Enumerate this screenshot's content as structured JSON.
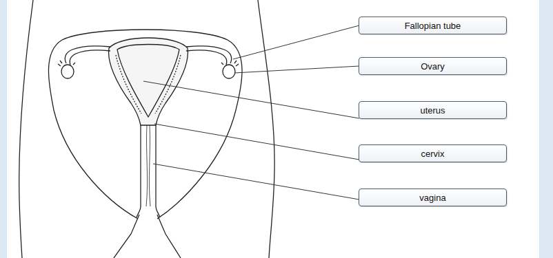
{
  "diagram": {
    "nodes": [
      {
        "text": [
          "Fallopian tube"
        ]
      },
      {
        "text": [
          "Ovary"
        ]
      },
      {
        "text": [
          "uterus"
        ]
      },
      {
        "text": [
          "cervix"
        ]
      },
      {
        "text": [
          "vagina"
        ]
      }
    ]
  }
}
